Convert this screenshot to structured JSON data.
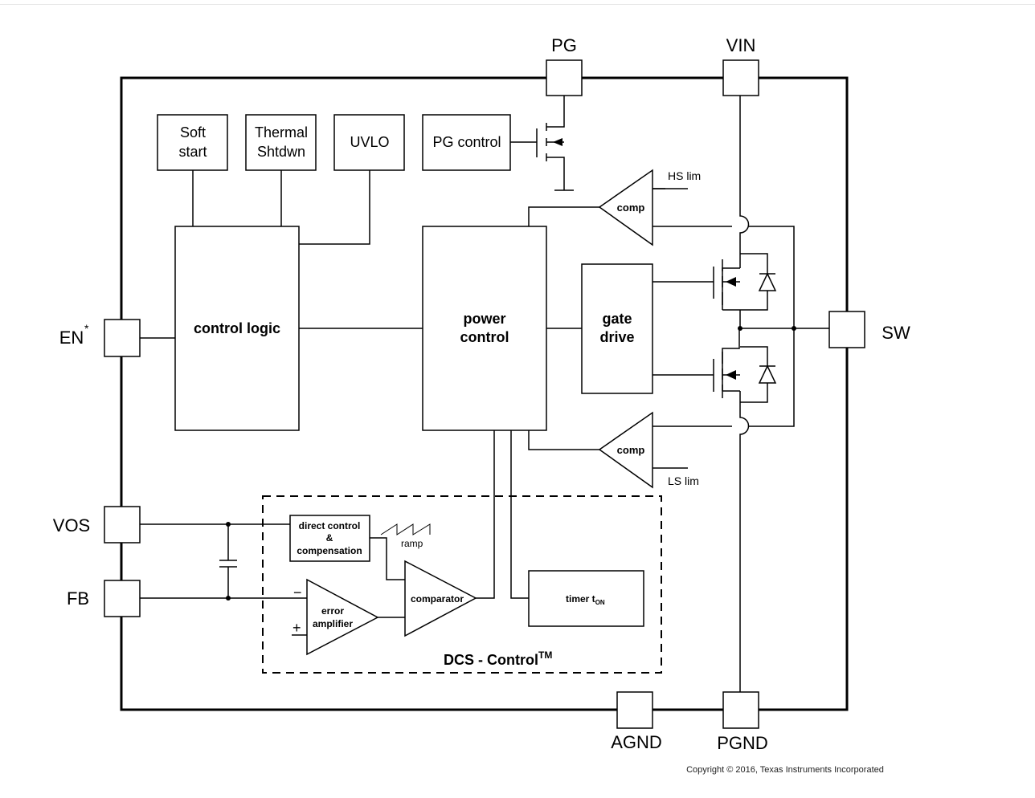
{
  "pins": {
    "pg": "PG",
    "vin": "VIN",
    "en": "EN",
    "en_mark": "*",
    "sw": "SW",
    "vos": "VOS",
    "fb": "FB",
    "agnd": "AGND",
    "pgnd": "PGND"
  },
  "blocks": {
    "soft_start": [
      "Soft",
      "start"
    ],
    "thermal_shutdown": [
      "Thermal",
      "Shtdwn"
    ],
    "uvlo": "UVLO",
    "pg_control": "PG control",
    "control_logic": "control logic",
    "power_control": [
      "power",
      "control"
    ],
    "gate_drive": [
      "gate",
      "drive"
    ],
    "comp_top": "comp",
    "comp_bottom": "comp",
    "hs_lim": "HS lim",
    "ls_lim": "LS lim",
    "direct_control": [
      "direct control",
      "&",
      "compensation"
    ],
    "ramp": "ramp",
    "error_amplifier": [
      "error",
      "amplifier"
    ],
    "comparator": "comparator",
    "timer": "timer t",
    "timer_sub": "ON",
    "dcs_control": "DCS - Control",
    "dcs_sup": "TM",
    "minus_sign": "−",
    "plus_sign": "+"
  },
  "footer": {
    "copyright": "Copyright © 2016, Texas Instruments Incorporated"
  }
}
